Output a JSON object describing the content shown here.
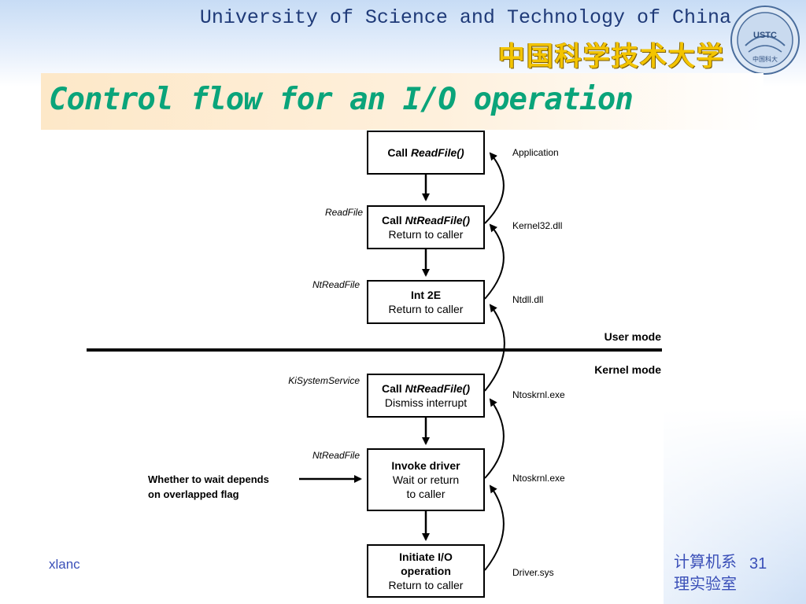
{
  "header": {
    "university_en": "University of Science and Technology of China",
    "university_cn": "中国科学技术大学",
    "logo_text_top": "USTC",
    "logo_text_bottom": "中国科大"
  },
  "slide": {
    "title": "Control flow for an I/O operation",
    "page_number": "31"
  },
  "footer": {
    "left_text": "xlanc",
    "dept_line1": "计算机系",
    "dept_line2": "理实验室"
  },
  "diagram": {
    "boxes": [
      {
        "line1_pre": "Call ",
        "line1_em": "ReadFile()",
        "line2": "",
        "line3": ""
      },
      {
        "line1_pre": "Call ",
        "line1_em": "NtReadFile()",
        "line2": "Return to caller",
        "line3": ""
      },
      {
        "line1_pre": "Int 2E",
        "line1_em": "",
        "line2": "Return to caller",
        "line3": ""
      },
      {
        "line1_pre": "Call ",
        "line1_em": "NtReadFile()",
        "line2": "Dismiss interrupt",
        "line3": ""
      },
      {
        "line1_pre": "Invoke driver",
        "line1_em": "",
        "line2": "Wait or return",
        "line3": "to caller"
      },
      {
        "line1_pre": "Initiate I/O",
        "line1_em": "",
        "line1b": "operation",
        "line2": "Return to caller",
        "line3": ""
      }
    ],
    "left_labels": [
      "ReadFile",
      "NtReadFile",
      "KiSystemService",
      "NtReadFile"
    ],
    "right_labels": [
      "Application",
      "Kernel32.dll",
      "Ntdll.dll",
      "Ntoskrnl.exe",
      "Ntoskrnl.exe",
      "Driver.sys"
    ],
    "user_mode_label": "User mode",
    "kernel_mode_label": "Kernel mode",
    "note_line1": "Whether to wait depends",
    "note_line2": "on overlapped flag"
  },
  "colors": {
    "title": "#0aa47a",
    "header_en": "#1f3a78",
    "header_cn": "#f3c400",
    "footer": "#3a4fb8"
  }
}
